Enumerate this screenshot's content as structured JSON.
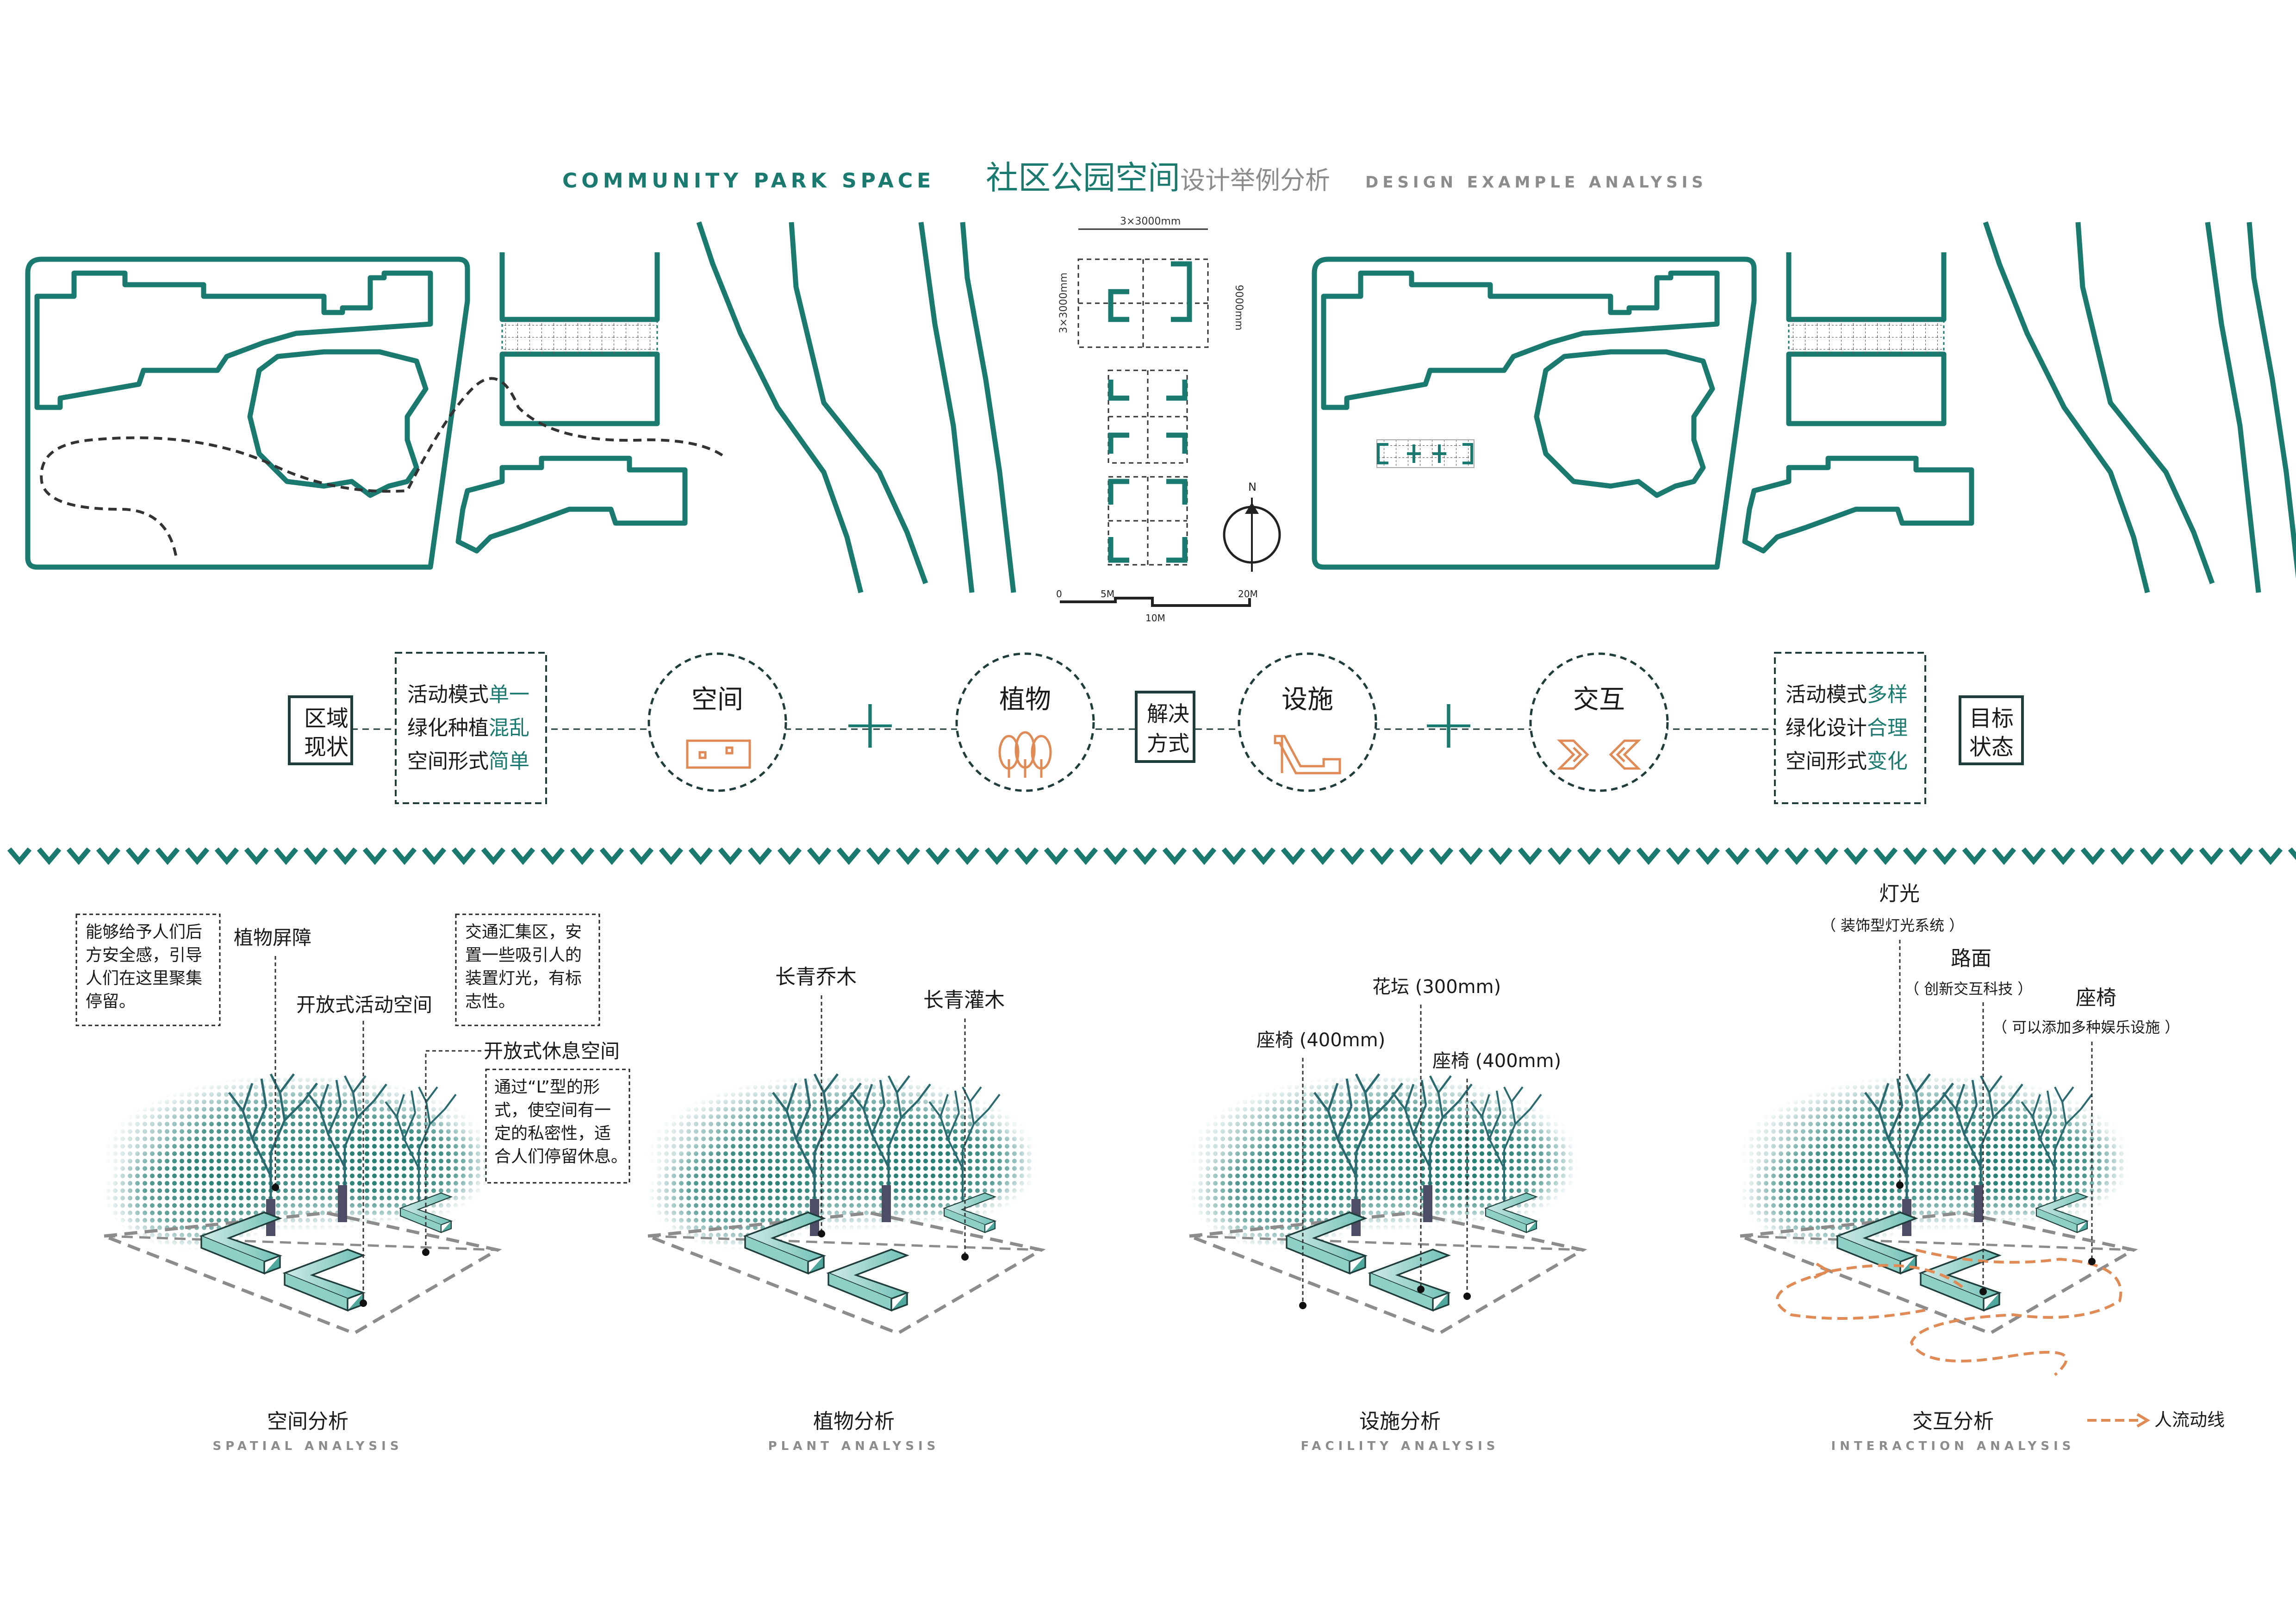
{
  "colors": {
    "teal": "#1b7a70",
    "dark": "#1f3d3a",
    "orange": "#e08a55",
    "grey": "#8c8c8c",
    "text": "#1a1a1a"
  },
  "header": {
    "en_title": "COMMUNITY PARK SPACE",
    "cn_title_main": "社区公园空间",
    "cn_title_sub": "设计举例分析",
    "en_sub": "DESIGN EXAMPLE ANALYSIS"
  },
  "module_dims": {
    "top": "3×3000mm",
    "left": "3×3000mm",
    "right": "9000mm"
  },
  "scale": {
    "zero": "0",
    "five": "5M",
    "ten": "10M",
    "twenty": "20M"
  },
  "north": "N",
  "flow": {
    "current_label": [
      "区域",
      "现状"
    ],
    "current_items": [
      {
        "prefix": "活动模式",
        "accent": "单一"
      },
      {
        "prefix": "绿化种植",
        "accent": "混乱"
      },
      {
        "prefix": "空间形式",
        "accent": "简单"
      }
    ],
    "circles": [
      "空间",
      "植物",
      "设施",
      "交互"
    ],
    "solution_label": [
      "解决",
      "方式"
    ],
    "plus": "+",
    "target_items": [
      {
        "prefix": "活动模式",
        "accent": "多样"
      },
      {
        "prefix": "绿化设计",
        "accent": "合理"
      },
      {
        "prefix": "空间形式",
        "accent": "变化"
      }
    ],
    "target_label": [
      "目标",
      "状态"
    ]
  },
  "panels": [
    {
      "cn": "空间分析",
      "en": "SPATIAL ANALYSIS",
      "labels": [
        "植物屏障",
        "开放式活动空间",
        "开放式休息空间"
      ],
      "note1": [
        "能够给予人们后",
        "方安全感，引导",
        "人们在这里聚集",
        "停留。"
      ],
      "note2": [
        "交通汇集区，安",
        "置一些吸引人的",
        "装置灯光，有标",
        "志性。"
      ],
      "note3": [
        "通过“L”型的形",
        "式，使空间有一",
        "定的私密性，适",
        "合人们停留休息。"
      ]
    },
    {
      "cn": "植物分析",
      "en": "PLANT ANALYSIS",
      "labels": [
        "长青乔木",
        "长青灌木"
      ]
    },
    {
      "cn": "设施分析",
      "en": "FACILITY ANALYSIS",
      "labels": [
        "花坛 (300mm)",
        "座椅 (400mm)",
        "座椅 (400mm)"
      ]
    },
    {
      "cn": "交互分析",
      "en": "INTERACTION ANALYSIS",
      "labels": [
        "灯光",
        "（ 装饰型灯光系统 ）",
        "路面",
        "（ 创新交互科技 ）",
        "座椅",
        "（ 可以添加多种娱乐设施 ）"
      ],
      "legend": "人流动线"
    }
  ]
}
